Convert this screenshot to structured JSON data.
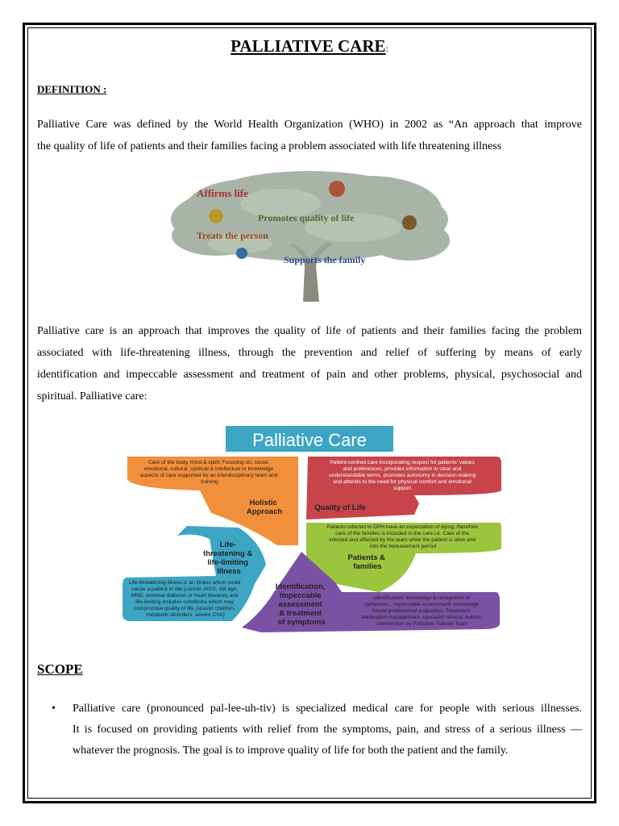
{
  "title": "PALLIATIVE CARE",
  "title_suffix": ":",
  "definition": {
    "heading": "DEFINITION :",
    "lines": [
      "Palliative Care was defined by the World Health Organization (WHO) in 2002 as “An approach that improve",
      "the quality of life of patients and their families facing a problem associated with life threatening illness"
    ]
  },
  "tree_figure": {
    "labels": [
      "Affirms life",
      "Promotes quality of life",
      "Treats the person",
      "Supports the family"
    ]
  },
  "approach_paragraph": [
    "Palliative care is an approach that improves the quality of life of patients and their families facing the problem",
    "associated with life-threatening illness, through the prevention and relief of suffering by means of early",
    "identification and impeccable assessment and treatment of pain and other problems, physical, psychosocial and",
    "spiritual. Palliative care:"
  ],
  "diagram": {
    "title": "Palliative Care",
    "segments": {
      "holistic": {
        "label_lines": [
          "Holistic",
          "Approach"
        ],
        "desc_lines": [
          "Care of the body, mind & spirit: Focusing on, social,",
          "emotional, cultural, spiritual & intellectual or knowledge",
          "aspects of care  supported by an interdisciplinary team and",
          "training"
        ],
        "color": "#f28f3b"
      },
      "quality": {
        "label_lines": [
          "Quality of Life"
        ],
        "desc_lines": [
          "Patient-centred care  incorporating respect for patients' values",
          "and preferences, provides information in clear and",
          "understandable terms, promotes autonomy in decision-making",
          "and attends to the need for physical comfort and emotional",
          "support."
        ],
        "color": "#c7444a"
      },
      "patients": {
        "label_lines": [
          "Patients  &",
          "families"
        ],
        "desc_lines": [
          "Patients referred to DPH have an expectation of dying, therefore",
          "care of the families is included in the care i.e. Care of the",
          "infected and affected by the team  while the patient is alive and",
          "into the bereavement period"
        ],
        "color": "#9bc53d"
      },
      "identification": {
        "label_lines": [
          "Identification,",
          "impeccable",
          "assessment",
          "& treatment",
          "of symptoms"
        ],
        "desc_lines": [
          "Identification:  knowledge  & recognition of",
          "symptoms.; Impeccable Assessment: knowledge",
          "based professional  evaluation;  Treatment:",
          "Medication management, specialist referral, holistic",
          "intervention by Palliative Trained Team"
        ],
        "color": "#7b52a3"
      },
      "life": {
        "label_lines": [
          "Life-",
          "threatening &",
          "life-limiting",
          "illness"
        ],
        "desc_lines": [
          "Life-threatening illness is an illness which could",
          "cause a patient to die (cancer, AIDS, old age,",
          "MND,  terminal diabetes or heart disease) and",
          "life-limiting includes conditions which may",
          "compromise quality of life (spastic children,",
          "metabolic disorders, severe CVA)"
        ],
        "color": "#3da5c4"
      }
    },
    "title_color": "#3da5c4"
  },
  "scope": {
    "heading": "SCOPE",
    "bullet_lines": [
      "Palliative care (pronounced pal-lee-uh-tiv) is specialized medical care for people with serious illnesses.",
      "It is focused on providing patients with relief from the symptoms, pain, and stress of a serious illness —",
      "whatever the prognosis. The goal is to improve quality of life for both the patient and the family."
    ]
  }
}
